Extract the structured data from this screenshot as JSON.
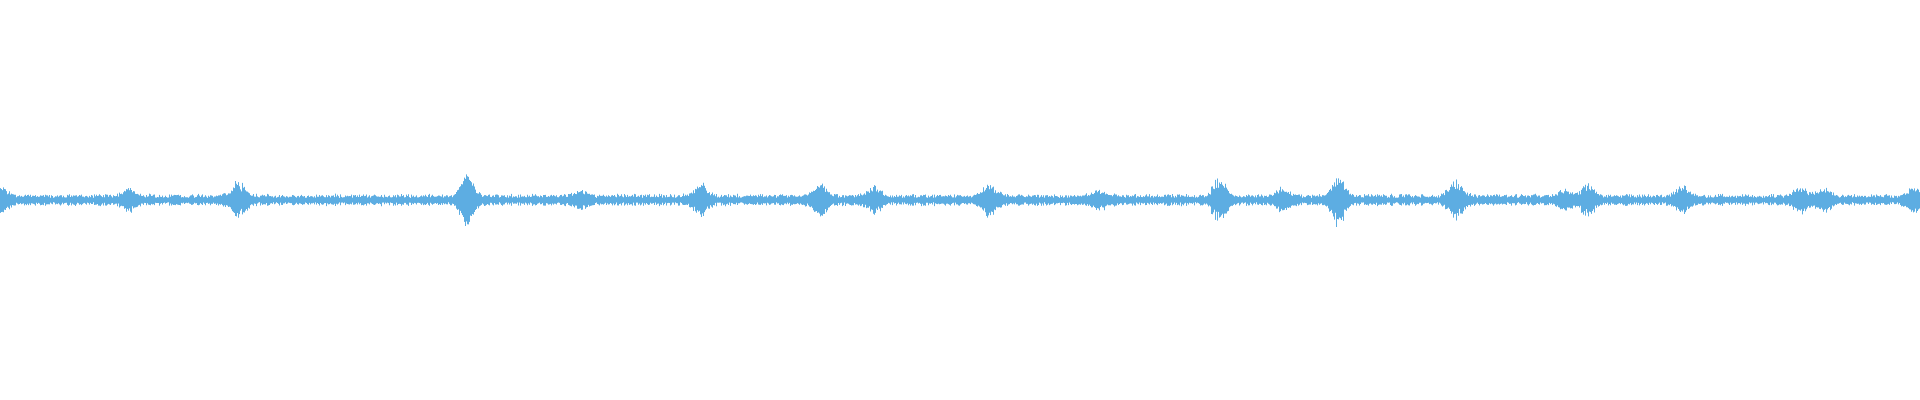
{
  "waveform": {
    "color": "#5dade2",
    "background": "#ffffff",
    "baseline_amplitude": 0.018,
    "transients": [
      {
        "pos": 0.0,
        "amp": 0.05
      },
      {
        "pos": 0.067,
        "amp": 0.04
      },
      {
        "pos": 0.124,
        "amp": 0.07
      },
      {
        "pos": 0.243,
        "amp": 0.11
      },
      {
        "pos": 0.302,
        "amp": 0.025
      },
      {
        "pos": 0.365,
        "amp": 0.06
      },
      {
        "pos": 0.427,
        "amp": 0.065
      },
      {
        "pos": 0.455,
        "amp": 0.04
      },
      {
        "pos": 0.515,
        "amp": 0.06
      },
      {
        "pos": 0.572,
        "amp": 0.03
      },
      {
        "pos": 0.635,
        "amp": 0.085
      },
      {
        "pos": 0.668,
        "amp": 0.04
      },
      {
        "pos": 0.697,
        "amp": 0.095
      },
      {
        "pos": 0.758,
        "amp": 0.065
      },
      {
        "pos": 0.815,
        "amp": 0.03
      },
      {
        "pos": 0.827,
        "amp": 0.055
      },
      {
        "pos": 0.876,
        "amp": 0.045
      },
      {
        "pos": 0.938,
        "amp": 0.045
      },
      {
        "pos": 0.95,
        "amp": 0.04
      },
      {
        "pos": 0.996,
        "amp": 0.04
      }
    ]
  }
}
